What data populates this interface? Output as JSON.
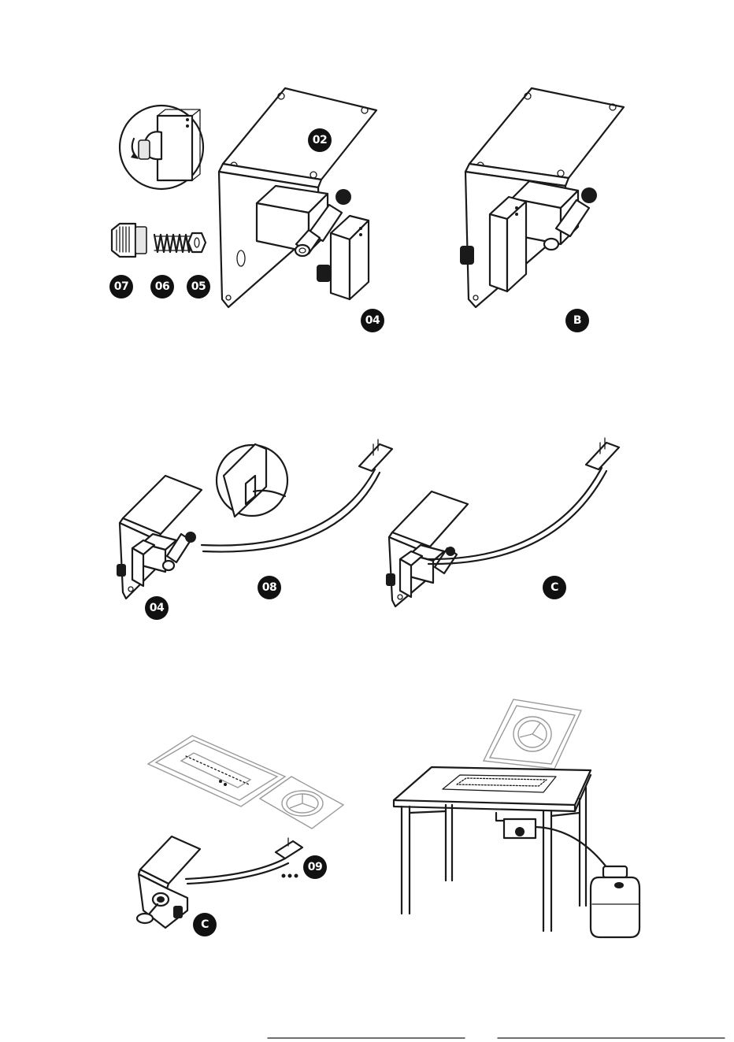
{
  "labels": {
    "part_02": "02",
    "part_04_top": "04",
    "part_05": "05",
    "part_06": "06",
    "part_07": "07",
    "step_b": "B",
    "part_04_mid": "04",
    "part_08": "08",
    "step_c_mid": "C",
    "part_09": "09",
    "step_c_bottom": "C",
    "ellipsis": "• • •"
  },
  "colors": {
    "line": "#1a1a1a",
    "badge": "#111111",
    "paper": "#ffffff"
  },
  "icons": [
    "bracket-plate",
    "valve-box",
    "gas-fitting",
    "knob",
    "spring",
    "hex-nut",
    "thermocouple-wire",
    "burner-pan",
    "ring-burner",
    "table-frame",
    "propane-tank"
  ]
}
